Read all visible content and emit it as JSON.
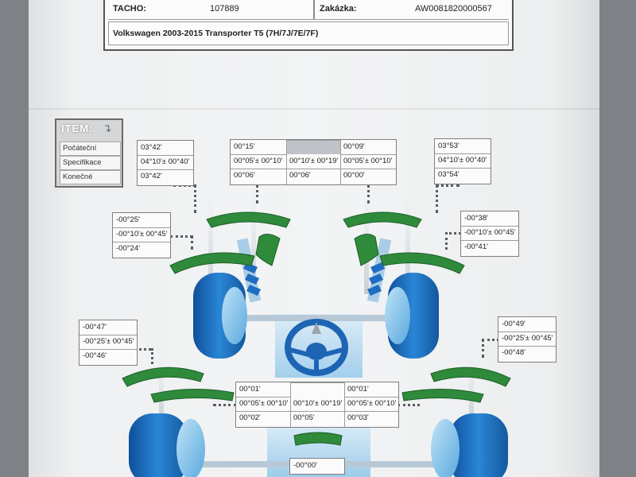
{
  "header": {
    "tacho_label": "TACHO:",
    "tacho_value": "107889",
    "order_label": "Zakázka:",
    "order_value": "AW0081820000567",
    "vehicle": "Volkswagen  2003-2015  Transporter T5 (7H/7J/7E/7F)"
  },
  "legend": {
    "title": "ITEM:",
    "rows": [
      "Počáteční",
      "Specifikace",
      "Konečné"
    ],
    "arrow_icon": "arrow-down-turn-icon"
  },
  "front": {
    "left_camber": [
      "03°42'",
      "04°10'± 00°40'",
      "03°42'"
    ],
    "center_toe": {
      "left": [
        "00°15'",
        "00°05'± 00°10'",
        "00°06'"
      ],
      "total": [
        "",
        "00°10'± 00°19'",
        "00°06'"
      ],
      "right": [
        "00°09'",
        "00°05'± 00°10'",
        "00°00'"
      ]
    },
    "right_camber": [
      "03°53'",
      "04°10'± 00°40'",
      "03°54'"
    ],
    "left_caster": [
      "-00°25'",
      "-00°10'± 00°45'",
      "-00°24'"
    ],
    "right_caster": [
      "-00°38'",
      "-00°10'± 00°45'",
      "-00°41'"
    ]
  },
  "rear": {
    "left_camber": [
      "-00°47'",
      "-00°25'± 00°45'",
      "-00°46'"
    ],
    "right_camber": [
      "-00°49'",
      "-00°25'± 00°45'",
      "-00°48'"
    ],
    "center_toe": {
      "left": [
        "00°01'",
        "00°05'± 00°10'",
        "00°02'"
      ],
      "total": [
        "",
        "00°10'± 00°19'",
        "00°05'"
      ],
      "right": [
        "00°01'",
        "00°05'± 00°10'",
        "00°03'"
      ]
    },
    "thrust_angle": "-00°00'"
  },
  "colors": {
    "wheel_blue": "#1e6fc4",
    "wheel_light": "#6bb6e6",
    "arc_green": "#2f8a3c",
    "paper": "#f2f3f4"
  }
}
